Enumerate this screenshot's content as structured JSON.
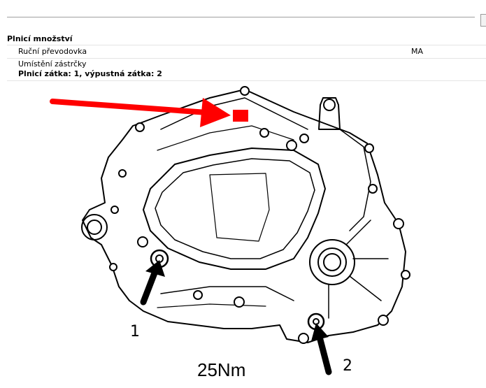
{
  "section_title": "Plnicí množství",
  "rows": [
    {
      "label": "Ruční převodovka",
      "value": "MA"
    },
    {
      "label": "Umístění zástrčky",
      "value": ""
    }
  ],
  "plug_info": "Plnicí zátka: 1, výpustná zátka: 2",
  "diagram": {
    "callout_1": "1",
    "callout_2": "2",
    "torque": "25Nm",
    "highlight_color": "#ff0000",
    "arrow_color": "#ff0000"
  }
}
